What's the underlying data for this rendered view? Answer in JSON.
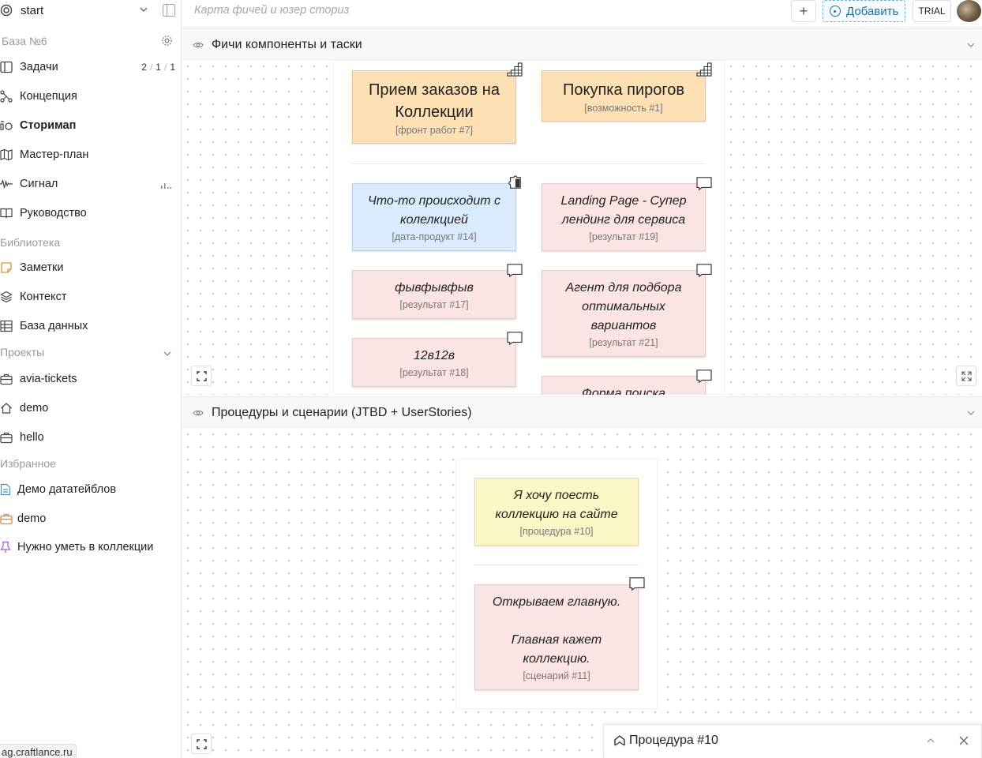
{
  "workspace": {
    "name": "start"
  },
  "sidebar": {
    "base_label": "База №6",
    "nav": [
      {
        "label": "Задачи",
        "icon": "tasks-icon",
        "counts": [
          "2",
          "1",
          "1"
        ]
      },
      {
        "label": "Концепция",
        "icon": "concept-icon"
      },
      {
        "label": "Сторимап",
        "icon": "storymap-icon"
      },
      {
        "label": "Мастер-план",
        "icon": "map-icon"
      },
      {
        "label": "Сигнал",
        "icon": "signal-icon"
      },
      {
        "label": "Руководство",
        "icon": "book-icon"
      }
    ],
    "library_label": "Библиотека",
    "library": [
      {
        "label": "Заметки",
        "icon": "note-icon"
      },
      {
        "label": "Контекст",
        "icon": "layers-icon"
      },
      {
        "label": "База данных",
        "icon": "table-icon"
      }
    ],
    "projects_label": "Проекты",
    "projects": [
      {
        "label": "avia-tickets",
        "icon": "briefcase-icon"
      },
      {
        "label": "demo",
        "icon": "home-icon"
      },
      {
        "label": "hello",
        "icon": "briefcase-icon"
      }
    ],
    "favorites_label": "Избранное",
    "favorites": [
      {
        "label": "Демо дататейблов",
        "icon": "document-icon",
        "color": "#4a90c8"
      },
      {
        "label": "demo",
        "icon": "briefcase-icon",
        "color": "#d9853b"
      },
      {
        "label": "Нужно уметь в коллекции",
        "icon": "idea-icon",
        "color": "#9b59d0"
      }
    ],
    "url": "ag.craftlance.ru"
  },
  "topbar": {
    "search_placeholder": "Карта фичей и юзер сториз",
    "add_label": "Добавить",
    "trial_label": "TRIAL"
  },
  "panel1": {
    "title": "Фичи компоненты и таски",
    "cards": [
      {
        "title": "Прием заказов на Коллекции",
        "meta": "[фронт работ #7]"
      },
      {
        "title": "Покупка пирогов",
        "meta": "[возможность #1]"
      },
      {
        "title": "Что-то происходит с колелкцией",
        "meta": "[дата-продукт #14]"
      },
      {
        "title": "Landing Page - Супер лендинг для сервиса",
        "meta": "[результат #19]"
      },
      {
        "title": "фывфывфыв",
        "meta": "[результат #17]"
      },
      {
        "title": "Агент для подбора оптимальных вариантов",
        "meta": "[результат #21]"
      },
      {
        "title": "12в12в",
        "meta": "[результат #18]"
      },
      {
        "title": "Форма поиска",
        "meta": ""
      }
    ]
  },
  "panel2": {
    "title": "Процедуры и сценарии (JTBD + UserStories)",
    "cards": [
      {
        "title": "Я хочу поесть коллекцию на сайте",
        "meta": "[процедура #10]"
      },
      {
        "title": "Открываем главную.\n\nГлавная кажет коллекцию.",
        "meta": "[сценарий #11]"
      }
    ]
  },
  "popup": {
    "title": "Процедура #10"
  }
}
